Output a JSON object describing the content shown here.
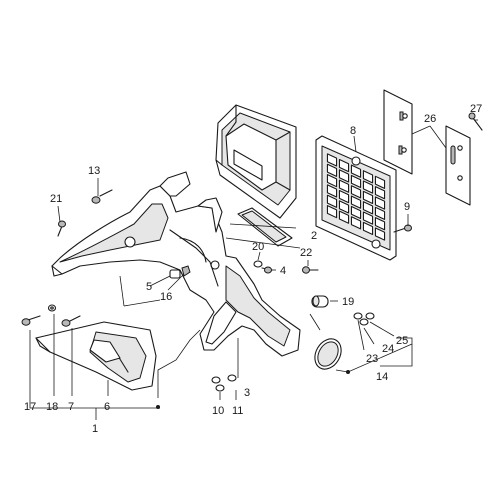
{
  "diagram": {
    "callouts": {
      "c1": "1",
      "c2": "2",
      "c3": "3",
      "c4": "4",
      "c5": "5",
      "c6": "6",
      "c7": "7",
      "c8": "8",
      "c9": "9",
      "c10": "10",
      "c11": "11",
      "c12": "13",
      "c13": "14",
      "c14": "16",
      "c15": "17",
      "c16": "18",
      "c17": "19",
      "c18": "20",
      "c19": "21",
      "c20": "22",
      "c21": "23",
      "c22": "24",
      "c23": "25",
      "c24": "26",
      "c25": "27"
    }
  }
}
